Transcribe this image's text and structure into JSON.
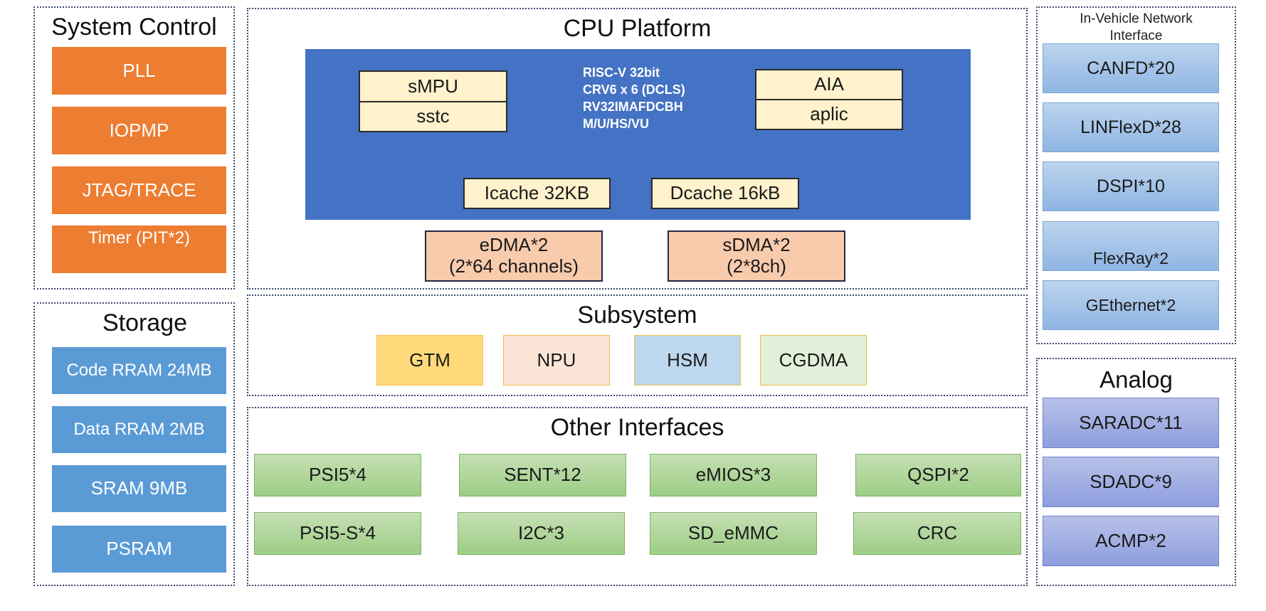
{
  "system_control": {
    "title": "System Control",
    "items": [
      "PLL",
      "IOPMP",
      "JTAG/TRACE",
      "Timer (PIT*2)"
    ]
  },
  "storage": {
    "title": "Storage",
    "items": [
      "Code RRAM 24MB",
      "Data RRAM 2MB",
      "SRAM 9MB",
      "PSRAM"
    ]
  },
  "cpu_platform": {
    "title": "CPU Platform",
    "core_text": [
      "RISC-V 32bit",
      "CRV6 x 6 (DCLS)",
      "RV32IMAFDCBH",
      "M/U/HS/VU"
    ],
    "smpu": "sMPU",
    "sstc": "sstc",
    "aia": "AIA",
    "aplic": "aplic",
    "icache": "Icache 32KB",
    "dcache": "Dcache 16kB",
    "edma": [
      "eDMA*2",
      "(2*64 channels)"
    ],
    "sdma": [
      "sDMA*2",
      "(2*8ch)"
    ],
    "core_color": "#4472c4"
  },
  "subsystem": {
    "title": "Subsystem",
    "items": [
      {
        "label": "GTM",
        "color": "#ffd97a"
      },
      {
        "label": "NPU",
        "color": "#fbe5d6"
      },
      {
        "label": "HSM",
        "color": "#bdd7ee"
      },
      {
        "label": "CGDMA",
        "color": "#e2f0d9"
      }
    ]
  },
  "other_interfaces": {
    "title": "Other Interfaces",
    "row1": [
      "PSI5*4",
      "SENT*12",
      "eMIOS*3",
      "QSPI*2"
    ],
    "row2": [
      "PSI5-S*4",
      "I2C*3",
      "SD_eMMC",
      "CRC"
    ]
  },
  "network": {
    "title": [
      "In-Vehicle Network",
      "Interface"
    ],
    "items": [
      "CANFD*20",
      "LINFlexD*28",
      "DSPI*10",
      "FlexRay*2",
      "GEthernet*2"
    ]
  },
  "analog": {
    "title": "Analog",
    "items": [
      "SARADC*11",
      "SDADC*9",
      "ACMP*2"
    ]
  }
}
